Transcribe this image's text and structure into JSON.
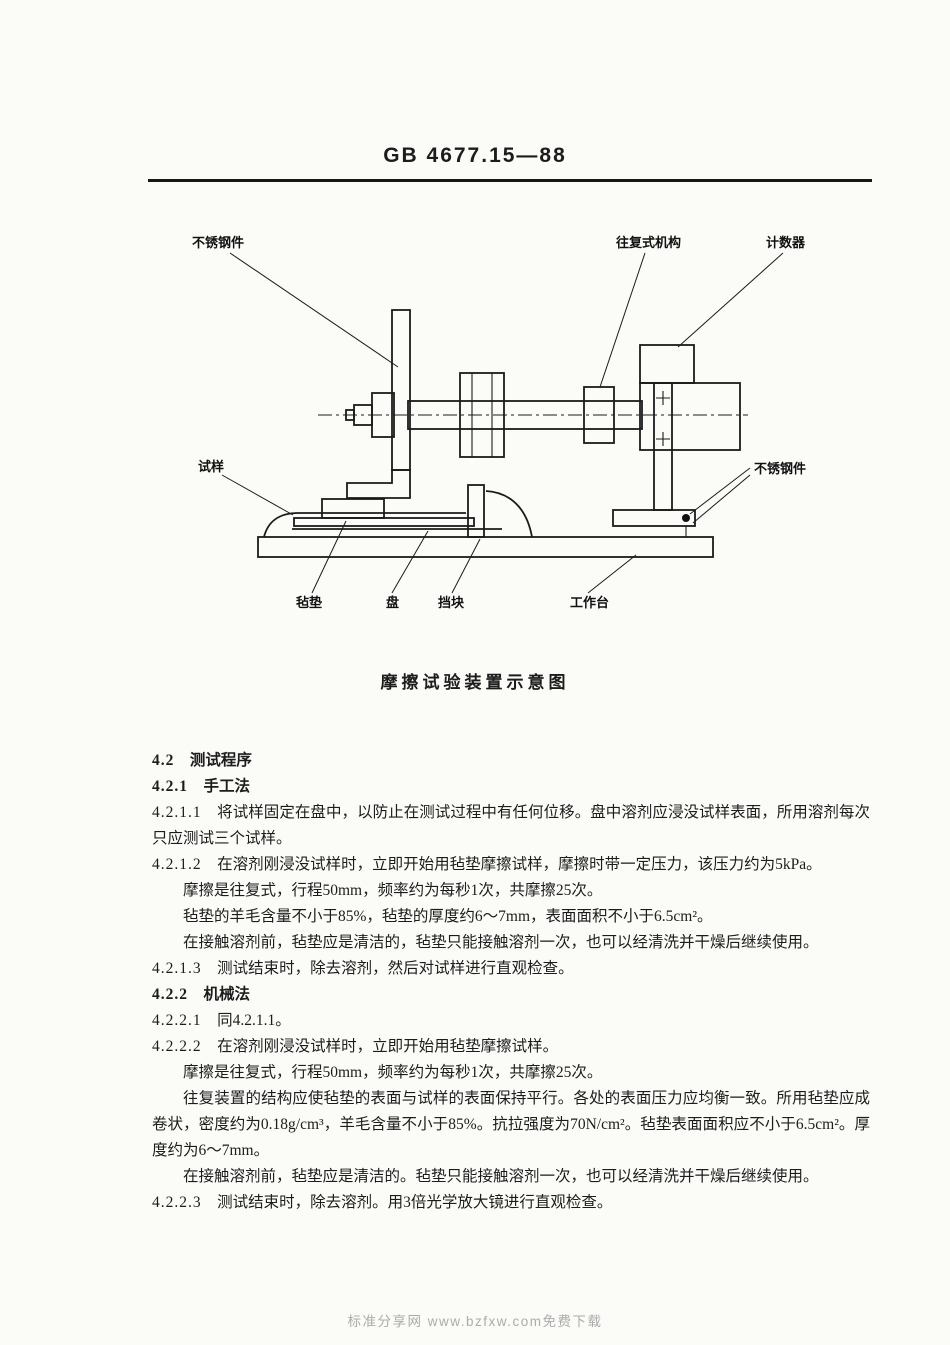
{
  "page": {
    "header_title": "GB 4677.15—88",
    "figure_caption": "摩擦试验装置示意图",
    "footer_watermark": "标准分享网 www.bzfxw.com免费下载"
  },
  "diagram": {
    "labels": {
      "stainless_top_left": "不锈钢件",
      "reciprocating_mechanism": "往复式机构",
      "counter": "计数器",
      "specimen": "试样",
      "stainless_right": "不锈钢件",
      "felt_pad": "毡垫",
      "tray": "盘",
      "stop_block": "挡块",
      "worktable": "工作台"
    }
  },
  "body": {
    "paragraphs": [
      {
        "label": "4.2",
        "text": "测试程序"
      },
      {
        "label": "4.2.1",
        "text": "手工法"
      },
      {
        "label": "4.2.1.1",
        "text": "将试样固定在盘中，以防止在测试过程中有任何位移。盘中溶剂应浸没试样表面，所用溶剂每次只应测试三个试样。"
      },
      {
        "label": "4.2.1.2",
        "text": "在溶剂刚浸没试样时，立即开始用毡垫摩擦试样，摩擦时带一定压力，该压力约为5kPa。"
      },
      {
        "label": "",
        "text": "摩擦是往复式，行程50mm，频率约为每秒1次，共摩擦25次。"
      },
      {
        "label": "",
        "text": "毡垫的羊毛含量不小于85%，毡垫的厚度约6～7mm，表面面积不小于6.5cm²。"
      },
      {
        "label": "",
        "text": "在接触溶剂前，毡垫应是清洁的，毡垫只能接触溶剂一次，也可以经清洗并干燥后继续使用。"
      },
      {
        "label": "4.2.1.3",
        "text": "测试结束时，除去溶剂，然后对试样进行直观检查。"
      },
      {
        "label": "4.2.2",
        "text": "机械法"
      },
      {
        "label": "4.2.2.1",
        "text": "同4.2.1.1。"
      },
      {
        "label": "4.2.2.2",
        "text": "在溶剂刚浸没试样时，立即开始用毡垫摩擦试样。"
      },
      {
        "label": "",
        "text": "摩擦是往复式，行程50mm，频率约为每秒1次，共摩擦25次。"
      },
      {
        "label": "",
        "text": "往复装置的结构应使毡垫的表面与试样的表面保持平行。各处的表面压力应均衡一致。所用毡垫应成卷状，密度约为0.18g/cm³，羊毛含量不小于85%。抗拉强度为70N/cm²。毡垫表面面积应不小于6.5cm²。厚度约为6～7mm。"
      },
      {
        "label": "",
        "text": "在接触溶剂前，毡垫应是清洁的。毡垫只能接触溶剂一次，也可以经清洗并干燥后继续使用。"
      },
      {
        "label": "4.2.2.3",
        "text": "测试结束时，除去溶剂。用3倍光学放大镜进行直观检查。"
      }
    ]
  }
}
